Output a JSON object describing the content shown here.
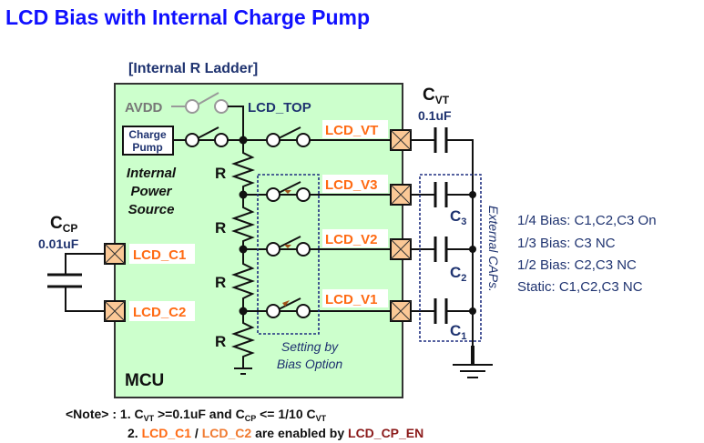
{
  "title": "LCD Bias with Internal Charge Pump",
  "ladder_label": "[Internal R Ladder]",
  "mcu": {
    "label": "MCU",
    "avdd": "AVDD",
    "lcd_top": "LCD_TOP",
    "charge_pump": [
      "Charge",
      "Pump"
    ],
    "power_source": [
      "Internal",
      "Power",
      "Source"
    ],
    "resistor_label": "R",
    "setting": [
      "Setting by",
      "Bias Option"
    ],
    "pins": {
      "vt": "LCD_VT",
      "v3": "LCD_V3",
      "v2": "LCD_V2",
      "v1": "LCD_V1",
      "c1": "LCD_C1",
      "c2": "LCD_C2"
    }
  },
  "external": {
    "cvt": {
      "name": "C",
      "sub": "VT",
      "value": "0.1uF"
    },
    "ccp": {
      "name": "C",
      "sub": "CP",
      "value": "0.01uF"
    },
    "caps": [
      {
        "name": "C",
        "sub": "3"
      },
      {
        "name": "C",
        "sub": "2"
      },
      {
        "name": "C",
        "sub": "1"
      }
    ],
    "group_label": "External CAPs."
  },
  "bias_options": [
    "1/4 Bias: C1,C2,C3 On",
    "1/3 Bias: C3 NC",
    "1/2 Bias: C2,C3 NC",
    "Static: C1,C2,C3 NC"
  ],
  "note": {
    "prefix": "<Note> : 1. ",
    "c": "C",
    "vt": "VT",
    "cp": "CP",
    "p1": " >=0.1uF and ",
    "p2": " <= 1/10 ",
    "n2": "2. ",
    "c1": "LCD_C1",
    "slash": " / ",
    "c2": "LCD_C2",
    "mid": " are enabled by ",
    "en": "LCD_CP_EN"
  },
  "colors": {
    "title": "#1010ff",
    "mcu_fill": "#ccffcc",
    "pin": "#ff6a13",
    "navy": "#1f3370",
    "pad": "#fbc896",
    "enable": "#8b1a1a"
  }
}
